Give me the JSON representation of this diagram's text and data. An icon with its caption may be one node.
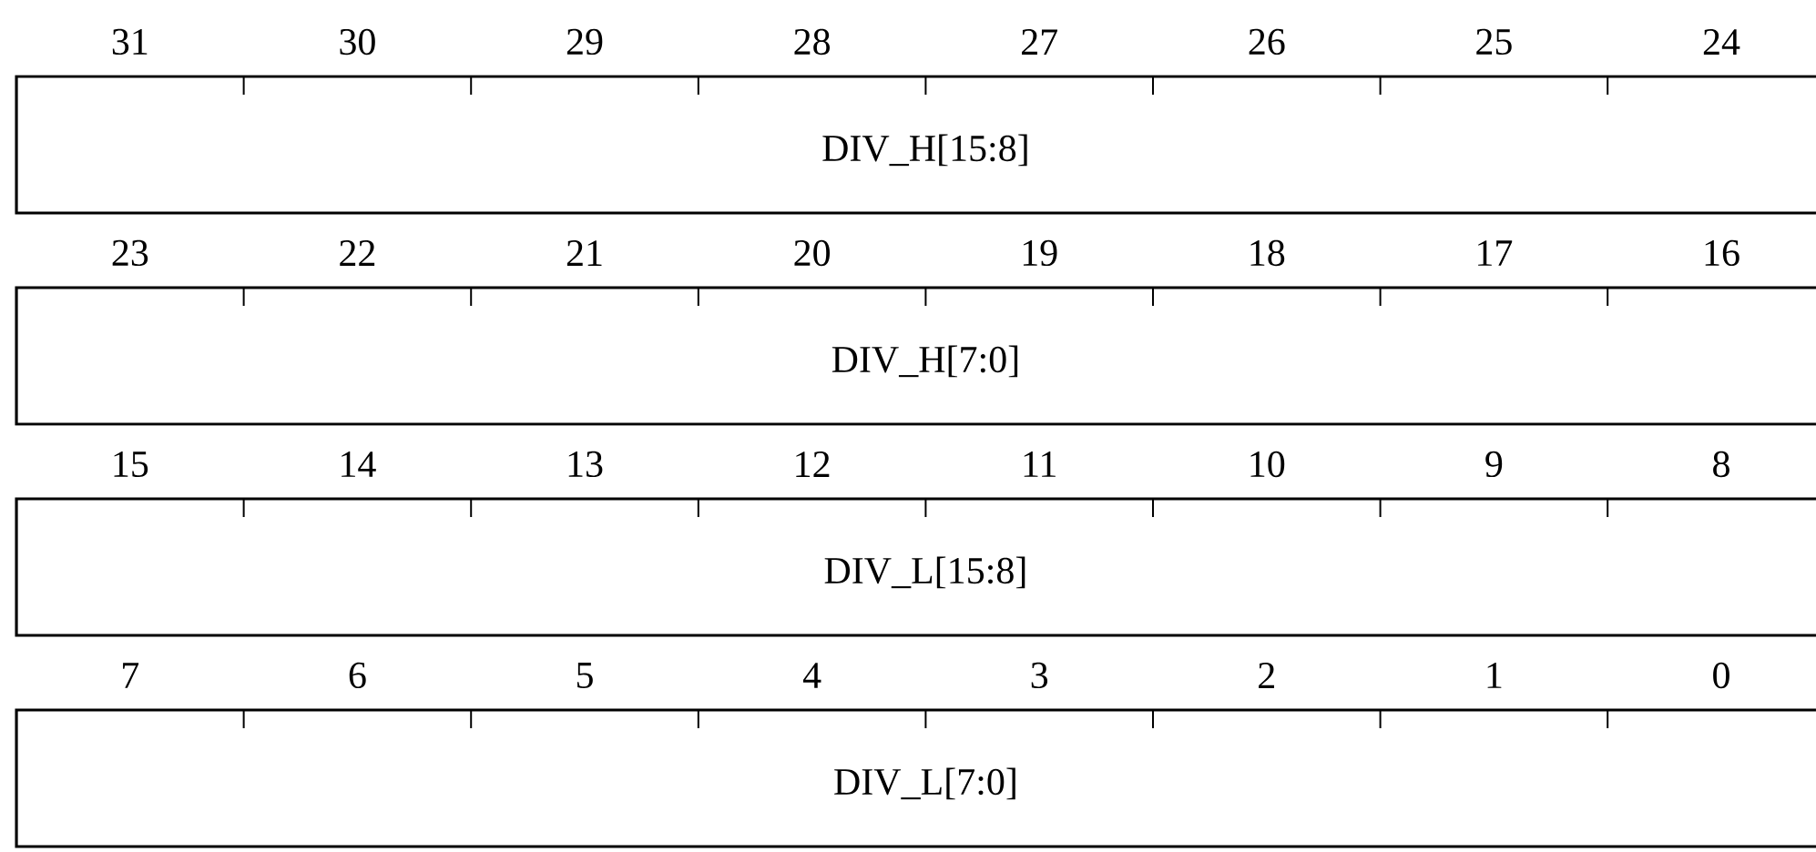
{
  "diagram": {
    "nodes": [
      {
        "text": [
          "DIV_H[15:8]"
        ]
      },
      {
        "text": [
          "DIV_H[7:0]"
        ]
      },
      {
        "text": [
          "DIV_L[15:8]"
        ]
      },
      {
        "text": [
          "DIV_L[7:0]"
        ]
      }
    ],
    "labels": [
      "31",
      "30",
      "29",
      "28",
      "27",
      "26",
      "25",
      "24",
      "23",
      "22",
      "21",
      "20",
      "19",
      "18",
      "17",
      "16",
      "15",
      "14",
      "13",
      "12",
      "11",
      "10",
      "9",
      "8",
      "7",
      "6",
      "5",
      "4",
      "3",
      "2",
      "1",
      "0"
    ]
  }
}
